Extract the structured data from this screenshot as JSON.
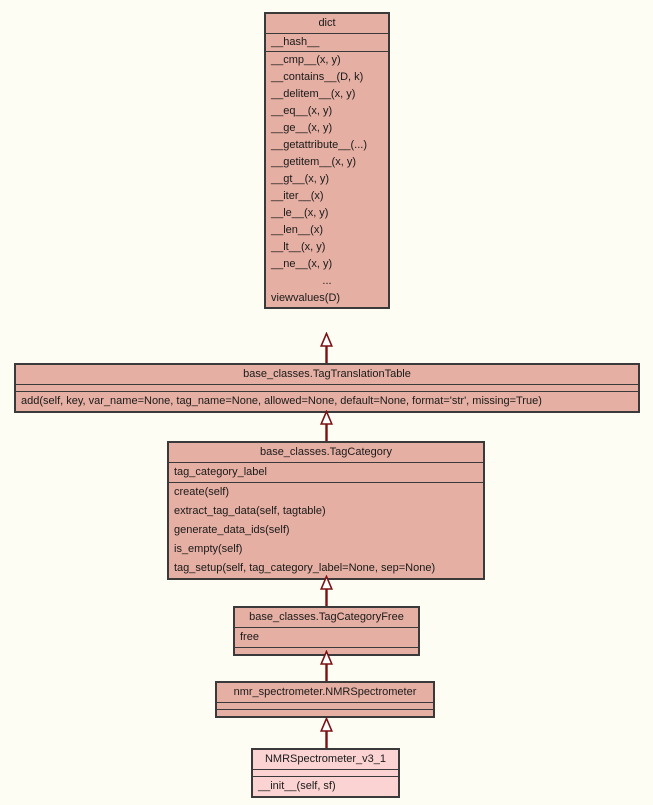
{
  "colors": {
    "background": "#fdfdf4",
    "node_fill": "#e5afa3",
    "highlight_fill": "#fbd3d3",
    "border": "#3a3a3a",
    "edge": "#7b1113",
    "text": "#1a1a1a"
  },
  "diagram_type": "uml-class-inheritance",
  "classes": [
    {
      "title": "dict",
      "attributes": [
        "__hash__"
      ],
      "methods": [
        "__cmp__(x, y)",
        "__contains__(D, k)",
        "__delitem__(x, y)",
        "__eq__(x, y)",
        "__ge__(x, y)",
        "__getattribute__(...)",
        "__getitem__(x, y)",
        "__gt__(x, y)",
        "__iter__(x)",
        "__le__(x, y)",
        "__len__(x)",
        "__lt__(x, y)",
        "__ne__(x, y)",
        "...",
        "viewvalues(D)"
      ],
      "highlight": false
    },
    {
      "title": "base_classes.TagTranslationTable",
      "attributes": [],
      "methods": [
        "add(self, key, var_name=None, tag_name=None, allowed=None, default=None, format='str', missing=True)"
      ],
      "highlight": false
    },
    {
      "title": "base_classes.TagCategory",
      "attributes": [
        "tag_category_label"
      ],
      "methods": [
        "create(self)",
        "extract_tag_data(self, tagtable)",
        "generate_data_ids(self)",
        "is_empty(self)",
        "tag_setup(self, tag_category_label=None, sep=None)"
      ],
      "highlight": false
    },
    {
      "title": "base_classes.TagCategoryFree",
      "attributes": [
        "free"
      ],
      "methods": [],
      "highlight": false
    },
    {
      "title": "nmr_spectrometer.NMRSpectrometer",
      "attributes": [],
      "methods": [],
      "highlight": false
    },
    {
      "title": "NMRSpectrometer_v3_1",
      "attributes": [],
      "methods": [
        "__init__(self, sf)"
      ],
      "highlight": true
    }
  ]
}
